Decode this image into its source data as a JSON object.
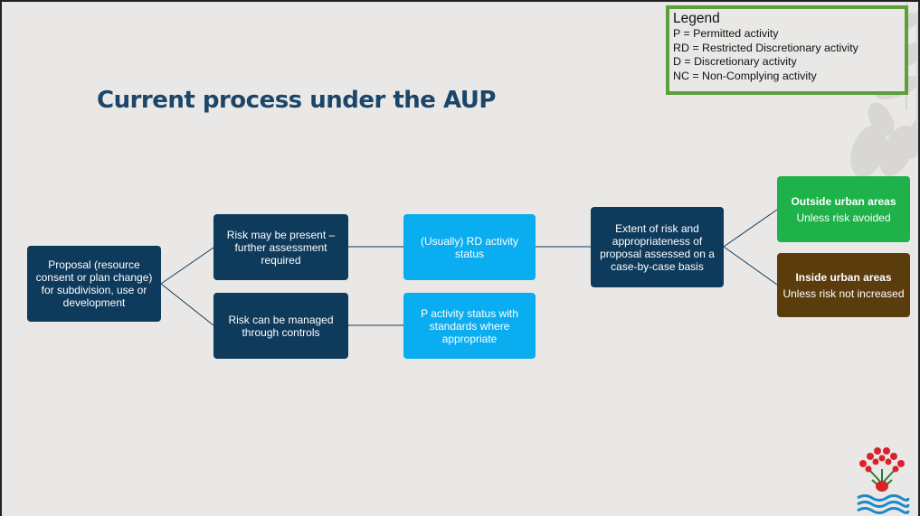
{
  "slide": {
    "title": "Current process under the AUP"
  },
  "legend": {
    "heading": "Legend",
    "items": [
      "P = Permitted activity",
      "RD = Restricted Discretionary activity",
      "D = Discretionary activity",
      "NC = Non-Complying activity"
    ]
  },
  "flow": {
    "proposal": "Proposal (resource consent or plan change) for subdivision, use or development",
    "risk_present": "Risk may be present – further assessment required",
    "risk_managed": "Risk can be managed through controls",
    "rd_status": "(Usually) RD activity status",
    "p_status": "P activity status with standards where appropriate",
    "extent": "Extent of risk and appropriateness of proposal assessed on a case-by-case basis",
    "outside_title": "Outside urban areas",
    "outside_sub": "Unless risk avoided",
    "inside_title": "Inside urban areas",
    "inside_sub": "Unless risk not increased"
  },
  "colors": {
    "navy": "#0e3a5c",
    "sky": "#0aadef",
    "green": "#1fb24b",
    "brown": "#5b3d0d",
    "legend_border": "#5aa03b",
    "title": "#1c4669"
  },
  "icons": [
    "leaf-pattern-decoration",
    "council-logo"
  ]
}
